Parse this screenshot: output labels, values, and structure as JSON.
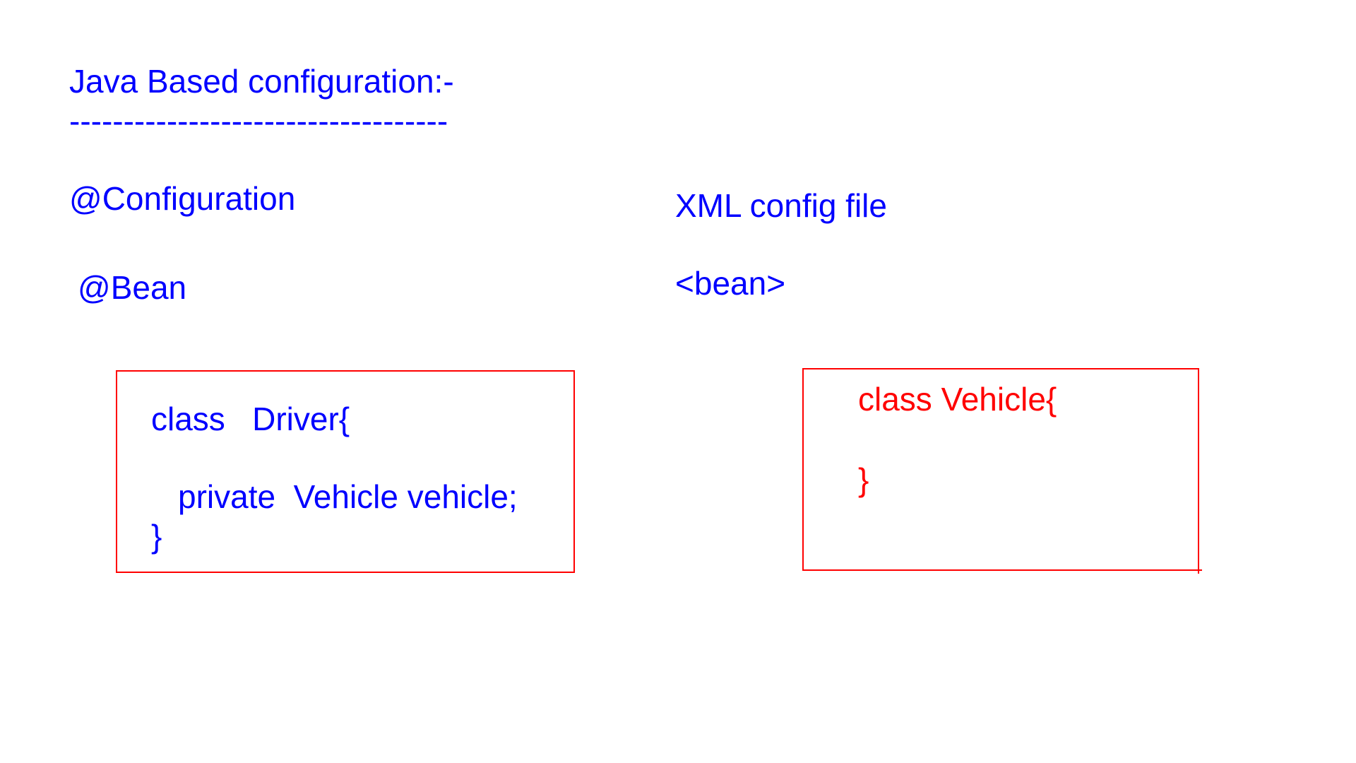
{
  "heading": "Java Based configuration:-",
  "heading_underline": "-----------------------------------",
  "left": {
    "configuration": "@Configuration",
    "bean": "@Bean",
    "code": {
      "line1": "class   Driver{",
      "line2": "private  Vehicle vehicle;",
      "line3": "}"
    }
  },
  "right": {
    "title": "XML config file",
    "bean_tag": "<bean>",
    "code": {
      "line1": "class Vehicle{",
      "line2": "}"
    }
  },
  "colors": {
    "text_primary": "#0000ff",
    "text_accent": "#ff0000",
    "box_border": "#ff0000",
    "background": "#ffffff"
  }
}
